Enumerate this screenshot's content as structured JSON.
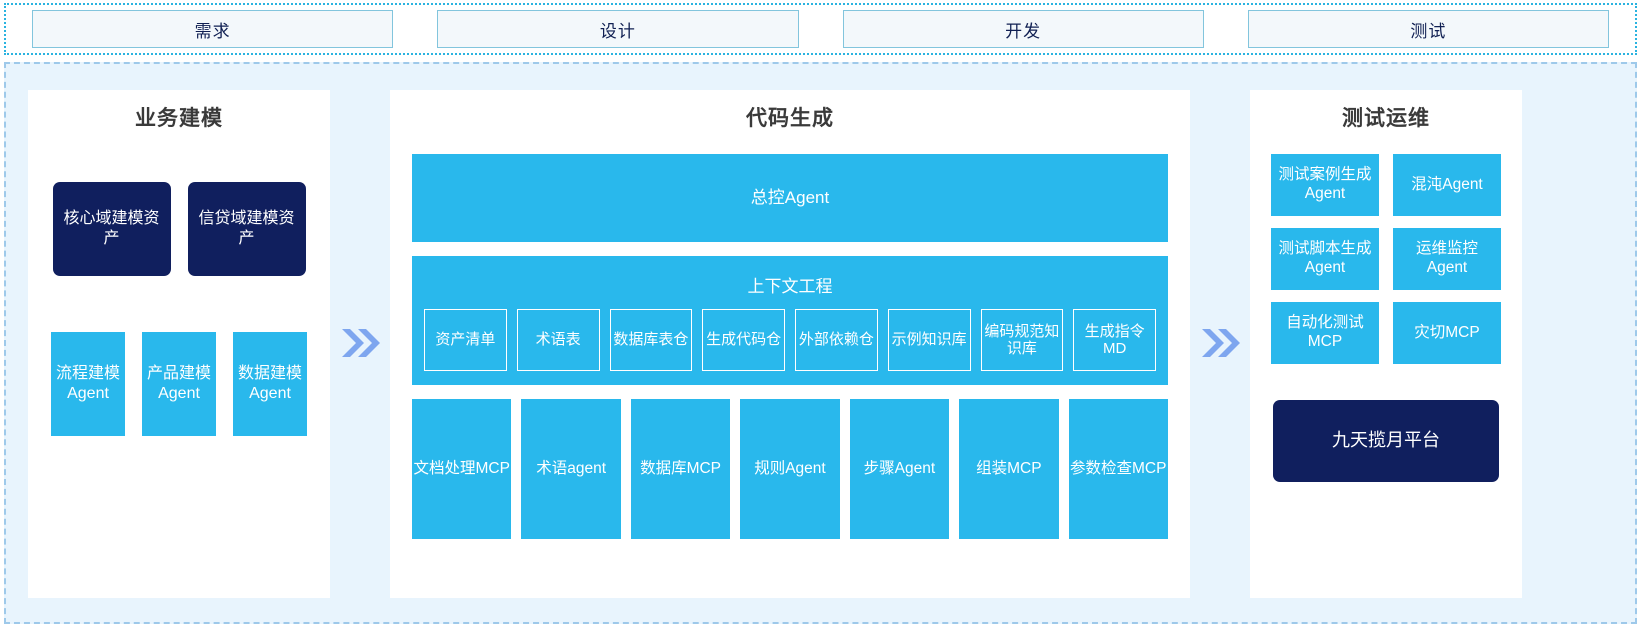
{
  "phases": [
    {
      "label": "需求"
    },
    {
      "label": "设计"
    },
    {
      "label": "开发"
    },
    {
      "label": "测试"
    }
  ],
  "left_panel": {
    "title": "业务建模",
    "assets": [
      {
        "label": "核心域建模资产"
      },
      {
        "label": "信贷域建模资产"
      }
    ],
    "agents": [
      {
        "label": "流程建模Agent"
      },
      {
        "label": "产品建模Agent"
      },
      {
        "label": "数据建模Agent"
      }
    ]
  },
  "center_panel": {
    "title": "代码生成",
    "master_agent": "总控Agent",
    "context": {
      "title": "上下文工程",
      "items": [
        {
          "label": "资产清单"
        },
        {
          "label": "术语表"
        },
        {
          "label": "数据库表仓"
        },
        {
          "label": "生成代码仓"
        },
        {
          "label": "外部依赖仓"
        },
        {
          "label": "示例知识库"
        },
        {
          "label": "编码规范知识库"
        },
        {
          "label": "生成指令MD"
        }
      ]
    },
    "tools": [
      {
        "label": "文档处理MCP"
      },
      {
        "label": "术语agent"
      },
      {
        "label": "数据库MCP"
      },
      {
        "label": "规则Agent"
      },
      {
        "label": "步骤Agent"
      },
      {
        "label": "组装MCP"
      },
      {
        "label": "参数检查MCP"
      }
    ]
  },
  "right_panel": {
    "title": "测试运维",
    "items": [
      {
        "label": "测试案例生成Agent"
      },
      {
        "label": "混沌Agent"
      },
      {
        "label": "测试脚本生成Agent"
      },
      {
        "label": "运维监控Agent"
      },
      {
        "label": "自动化测试MCP"
      },
      {
        "label": "灾切MCP"
      }
    ],
    "platform": "九天揽月平台"
  },
  "arrows": [
    {
      "name": "double-chevron-right-icon"
    },
    {
      "name": "double-chevron-right-icon"
    }
  ],
  "colors": {
    "cyan": "#29b8ec",
    "navy": "#101f5e",
    "region_bg": "#e8f4fd",
    "arrow": "#7ea6ef",
    "phase_border": "#82c5dd",
    "title_text": "#3a3a3a"
  }
}
